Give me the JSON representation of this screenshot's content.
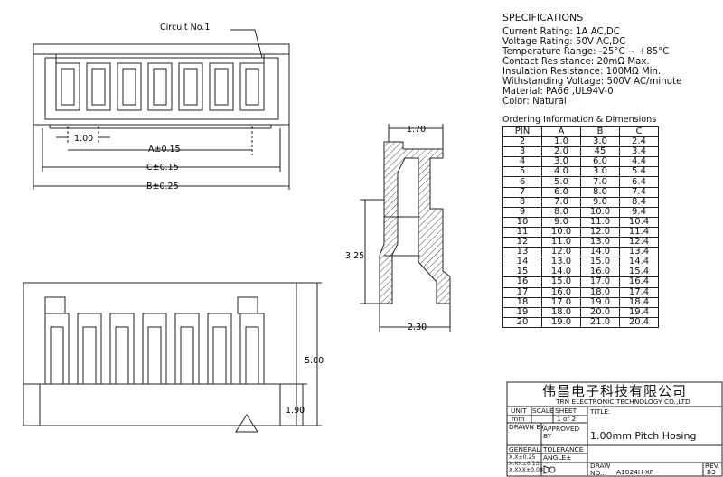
{
  "drawing": {
    "circuit_label": "Circuit No.1",
    "dims": {
      "pitch": "1.00",
      "a": "A±0.15",
      "c": "C±0.15",
      "b": "B±0.25",
      "side_width": "1.70",
      "side_height": "3.25",
      "side_base": "2.30",
      "height_total": "5.00",
      "height_lower": "1.90"
    }
  },
  "specifications": {
    "title": "SPECIFICATIONS",
    "lines": [
      "Current Rating: 1A AC,DC",
      "Voltage Rating: 50V AC,DC",
      "Temperature Range: -25°C ~ +85°C",
      "Contact Resistance: 20mΩ Max.",
      "Insulation Resistance: 100MΩ Min.",
      "Withstanding Voltage: 500V AC/minute",
      "Material: PA66 ,UL94V-0",
      "Color: Natural"
    ]
  },
  "ordering": {
    "title": "Ordering Information & Dimensions",
    "headers": [
      "PIN",
      "A",
      "B",
      "C"
    ],
    "rows": [
      [
        "2",
        "1.0",
        "3.0",
        "2.4"
      ],
      [
        "3",
        "2.0",
        "45",
        "3.4"
      ],
      [
        "4",
        "3.0",
        "6.0",
        "4.4"
      ],
      [
        "5",
        "4.0",
        "3.0",
        "5.4"
      ],
      [
        "6",
        "5.0",
        "7.0",
        "6.4"
      ],
      [
        "7",
        "6.0",
        "8.0",
        "7.4"
      ],
      [
        "8",
        "7.0",
        "9.0",
        "8.4"
      ],
      [
        "9",
        "8.0",
        "10.0",
        "9.4"
      ],
      [
        "10",
        "9.0",
        "11.0",
        "10.4"
      ],
      [
        "11",
        "10.0",
        "12.0",
        "11.4"
      ],
      [
        "12",
        "11.0",
        "13.0",
        "12.4"
      ],
      [
        "13",
        "12.0",
        "14.0",
        "13.4"
      ],
      [
        "14",
        "13.0",
        "15.0",
        "14.4"
      ],
      [
        "15",
        "14.0",
        "16.0",
        "15.4"
      ],
      [
        "16",
        "15.0",
        "17.0",
        "16.4"
      ],
      [
        "17",
        "16.0",
        "18.0",
        "17.4"
      ],
      [
        "18",
        "17.0",
        "19.0",
        "18.4"
      ],
      [
        "19",
        "18.0",
        "20.0",
        "19.4"
      ],
      [
        "20",
        "19.0",
        "21.0",
        "20.4"
      ]
    ]
  },
  "title_block": {
    "company_cn": "伟昌电子科技有限公司",
    "company_en": "TRN ELECTRONIC TECHNOLOGY CO.,LTD",
    "unit_label": "UNIT",
    "unit_value": "mm",
    "scale_label": "SCALE",
    "sheet_label": "SHEET",
    "sheet_value": "1 of 2",
    "title_label": "TITLE:",
    "drawn_by_label": "DRAWN BY",
    "approved_by_label": "APPROVED BY",
    "title_value": "1.00mm Pitch Hosing",
    "general_label": "GENERAL",
    "tolerance_label": "TOLERANCE",
    "tol_1": "X.X±0.25",
    "tol_2": "X.XX±0.13",
    "tol_3": "X.XXX±0.08",
    "angle_label": "ANGLE±",
    "draw_no_label": "DRAW NO.:",
    "draw_no_value": "A1024H-XP",
    "rev_label": "REV.",
    "rev_value": "B3"
  }
}
